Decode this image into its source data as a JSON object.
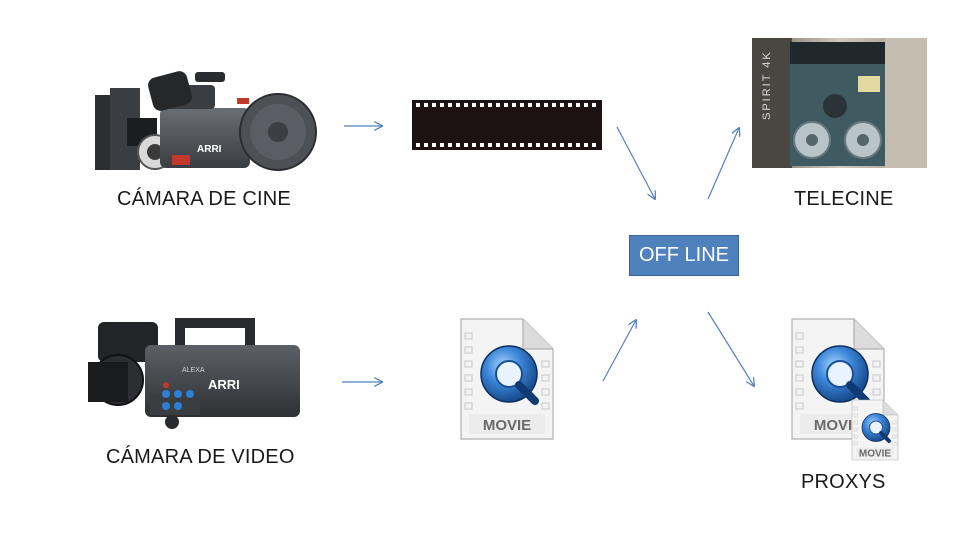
{
  "diagram": {
    "labels": {
      "cine_camera": "CÁMARA DE CINE",
      "video_camera": "CÁMARA DE VIDEO",
      "telecine": "TELECINE",
      "offline": "OFF LINE",
      "proxys": "PROXYS"
    },
    "icons": {
      "movie_file": "MOVIE",
      "cine_brand": "ARRI",
      "video_brand": "ARRI",
      "video_model": "ALEXA",
      "telecine_brand": "SPIRIT 4K"
    },
    "colors": {
      "arrow": "#4f81bd",
      "offline_fill": "#4f81bd",
      "offline_border": "#3a6494",
      "qt_blue": "#2a6fc4"
    }
  }
}
